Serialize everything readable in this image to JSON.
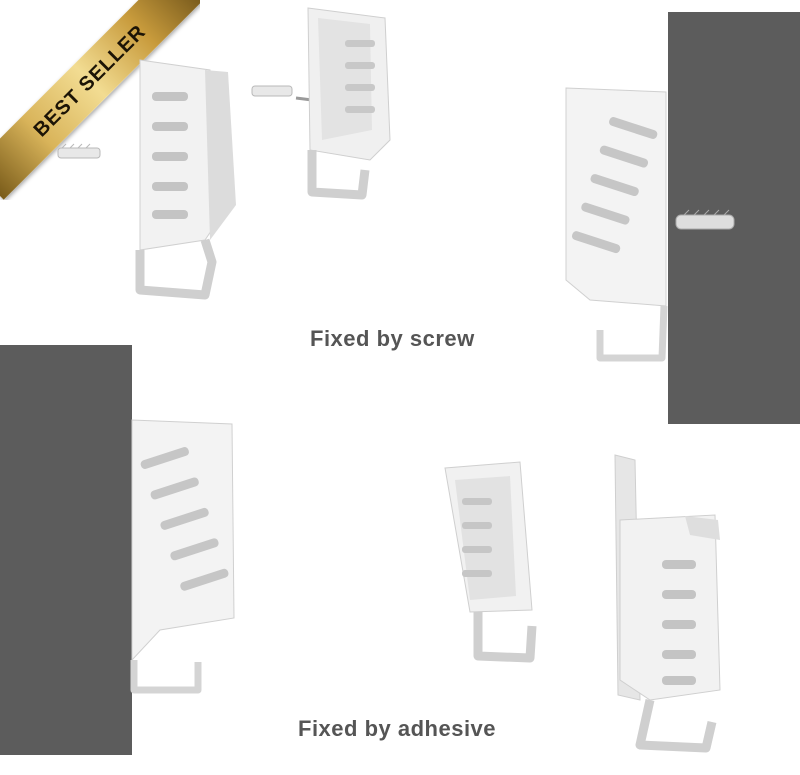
{
  "badge": {
    "label": "BEST SELLER"
  },
  "captions": {
    "screw": "Fixed by screw",
    "adhesive": "Fixed by adhesive"
  },
  "colors": {
    "wall": "#5c5c5c",
    "holder": "#f2f2f2",
    "holder_shade": "#d4d4d4",
    "caption": "#555555",
    "badge_gold": "#d9b45a"
  }
}
